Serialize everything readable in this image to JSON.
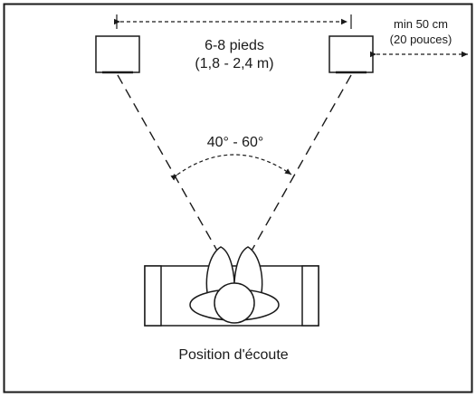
{
  "labels": {
    "speaker_spacing_line1": "6-8 pieds",
    "speaker_spacing_line2": "(1,8 - 2,4 m)",
    "wall_distance_line1": "min 50 cm",
    "wall_distance_line2": "(20 pouces)",
    "angle_range": "40° - 60°",
    "listening_position": "Position d'écoute"
  },
  "colors": {
    "line": "#1a1a1a",
    "background": "#ffffff"
  }
}
